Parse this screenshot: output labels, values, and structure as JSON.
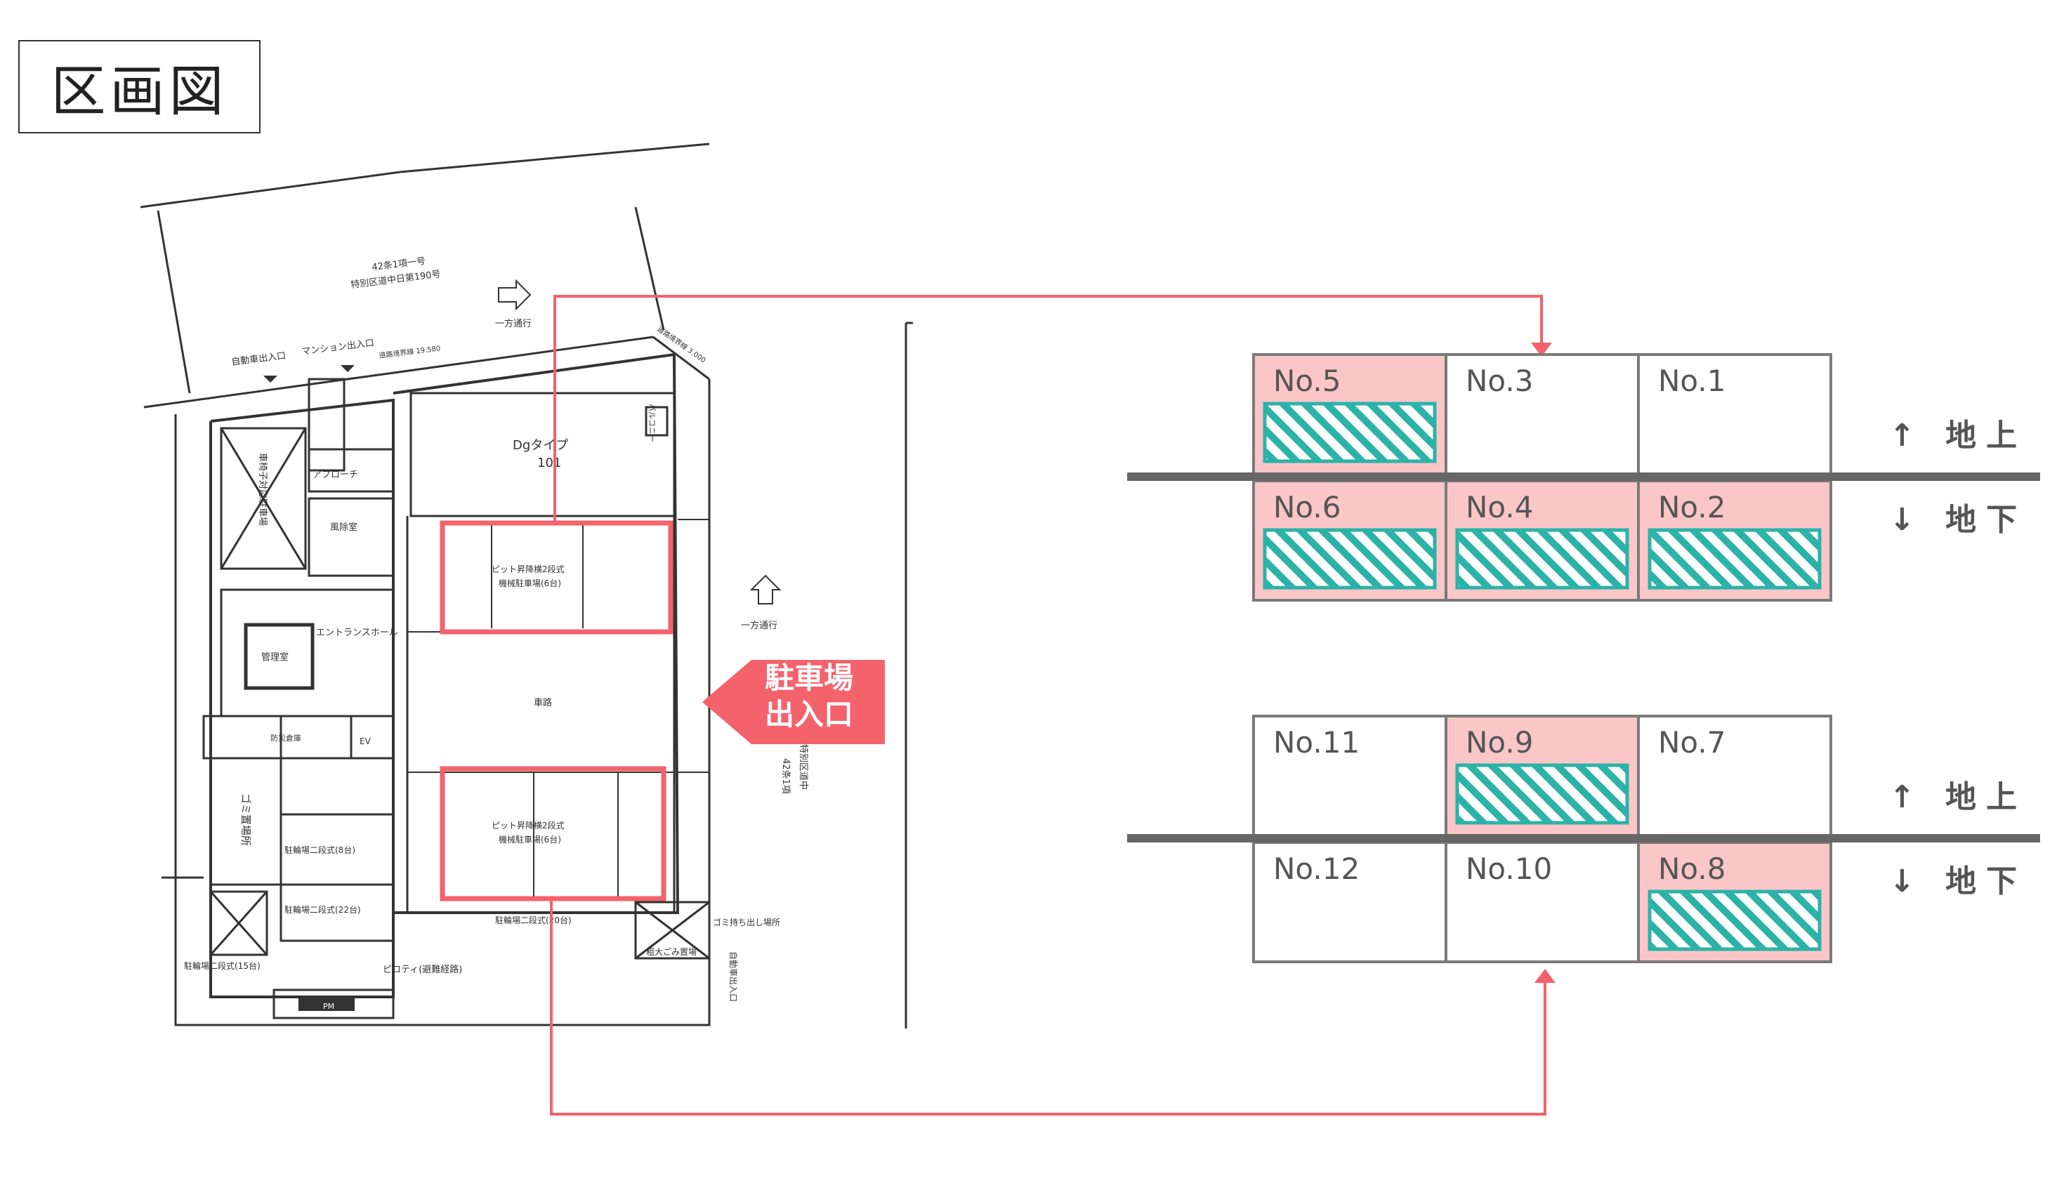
{
  "title": "区画図",
  "entrance_label": [
    "駐車場",
    "出入口"
  ],
  "colors": {
    "accent": "#f4626b",
    "occupied_fill": "#fbc6c7",
    "hatch": "#2bb3a8",
    "grid": "#7a7a7a",
    "ground_line": "#666666"
  },
  "plan": {
    "labels": {
      "road_top_1": "42条1項一号",
      "road_top_2": "特別区道中日第190号",
      "one_way_top": "一方通行",
      "car_entrance": "自動車出入口",
      "mansion_entrance": "マンション出入口",
      "road_width_top": "道路境界線 19.580",
      "road_width_right": "道路境界線 3.000",
      "unit_type": "Dgタイプ",
      "unit_no": "101",
      "balcony": "バルコニー",
      "wheelchair_parking": "車椅子対応駐車場",
      "approach": "アプローチ",
      "wind_room": "風除室",
      "entrance_hall": "エントランスホール",
      "management_room": "管理室",
      "pit_parking_1a": "ピット昇降横2段式",
      "pit_parking_1b": "機械駐車場(6台)",
      "pit_parking_2a": "ピット昇降横2段式",
      "pit_parking_2b": "機械駐車場(6台)",
      "driveway": "車路",
      "one_way_right": "一方通行",
      "road_right_1": "42条1項",
      "road_right_2": "特別区道中",
      "garbage": "ゴミ置場所",
      "bike_1": "駐輪場二段式(8台)",
      "bike_2": "駐輪場二段式(22台)",
      "bike_3": "駐輪場二段式(15台)",
      "bike_4": "駐輪場二段式(20台)",
      "piloti": "ピロティ(避難経路)",
      "garbage_out": "ゴミ持ち出し場所",
      "bulky_garbage": "粗大ごみ置場",
      "car_exit": "自動車出入口",
      "pm": "PM",
      "ev": "EV",
      "disaster": "防災倉庫"
    }
  },
  "upper_unit": {
    "cells": [
      {
        "label": "No.5",
        "occupied": true
      },
      {
        "label": "No.3",
        "occupied": false
      },
      {
        "label": "No.1",
        "occupied": false
      },
      {
        "label": "No.6",
        "occupied": true
      },
      {
        "label": "No.4",
        "occupied": true
      },
      {
        "label": "No.2",
        "occupied": true
      }
    ],
    "above": "↑ 地上",
    "below": "↓ 地下"
  },
  "lower_unit": {
    "cells": [
      {
        "label": "No.11",
        "occupied": false
      },
      {
        "label": "No.9",
        "occupied": true
      },
      {
        "label": "No.7",
        "occupied": false
      },
      {
        "label": "No.12",
        "occupied": false
      },
      {
        "label": "No.10",
        "occupied": false
      },
      {
        "label": "No.8",
        "occupied": true
      }
    ],
    "above": "↑ 地上",
    "below": "↓ 地下"
  }
}
